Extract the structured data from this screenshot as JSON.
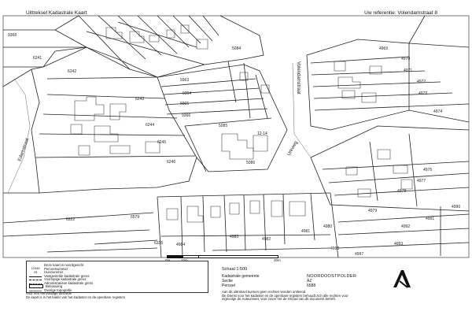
{
  "header": {
    "title": "Uittreksel Kadastrale Kaart",
    "reference": "Uw referentie: Volendamstraat 8"
  },
  "streets": {
    "volendamstraat": "Volendamstraat",
    "edamstraat": "Edamstraat",
    "urkweg": "Urkweg"
  },
  "parcels": {
    "p9368": "9368",
    "p6241": "6241",
    "p6242": "6242",
    "p6243": "6243",
    "p6244": "6244",
    "p6245": "6245",
    "p6246": "6246",
    "p5084": "5084",
    "p9363": "9363",
    "p9364": "9364",
    "p9365": "9365",
    "p9366": "9366",
    "p5085": "5085",
    "p5086": "5086",
    "p4969": "4969",
    "p4970": "4970",
    "p4971": "4971",
    "p4972": "4972",
    "p4973": "4973",
    "p4974": "4974",
    "p4976": "4976",
    "p4977": "4977",
    "p4978": "4978",
    "p4979": "4979",
    "p4980": "4980",
    "p4981": "4981",
    "p4982": "4982",
    "p4983": "4983",
    "p4984": "4984",
    "p4990": "4990",
    "p4991": "4991",
    "p4992": "4992",
    "p4993": "4993",
    "p4997": "4997",
    "p4998": "4998",
    "p6322": "6322",
    "p6335": "6335",
    "p6579": "6579",
    "h1214": "12-14"
  },
  "legend": {
    "items": [
      {
        "symbol": "",
        "text": "Deze kaart is noordgericht"
      },
      {
        "symbol": "12345",
        "text": "Perceelnummer"
      },
      {
        "symbol": "25",
        "text": "Huisnummer"
      },
      {
        "symbol": "",
        "text": "Vastgestelde kadastrale grens"
      },
      {
        "symbol": "",
        "text": "Voorlopige kadastrale grens"
      },
      {
        "symbol": "",
        "text": "Administratieve kadastrale grens"
      },
      {
        "symbol": "",
        "text": "Bebouwing"
      },
      {
        "symbol": "",
        "text": "Overige topografie"
      }
    ],
    "note_1": "Voor een eenvoudige uitsnede",
    "note_2": "De kaart is in het kader van het kadaster en de openbare registers"
  },
  "scale": {
    "label": "Schaal 1:500",
    "ticks": [
      "0m",
      "10m",
      "20m"
    ]
  },
  "cadastral": {
    "municipality_label": "Kadastrale gemeente",
    "municipality_value": "NOORDOOSTPOLDER",
    "section_label": "Sectie",
    "section_value": "AZ",
    "parcel_label": "Perceel",
    "parcel_value": "6588"
  },
  "disclaimer": {
    "line_1": "Aan dit uittreksel kunnen geen rechten worden ontleend.",
    "line_2": "De Dienst voor het kadaster en de openbare registers behoudt zich alle rechten voor",
    "line_3": "ingevolge de Auteurswet, voor zover het de inhoud van dit document betreft."
  },
  "logo_icon": "kadaster-logo-icon"
}
